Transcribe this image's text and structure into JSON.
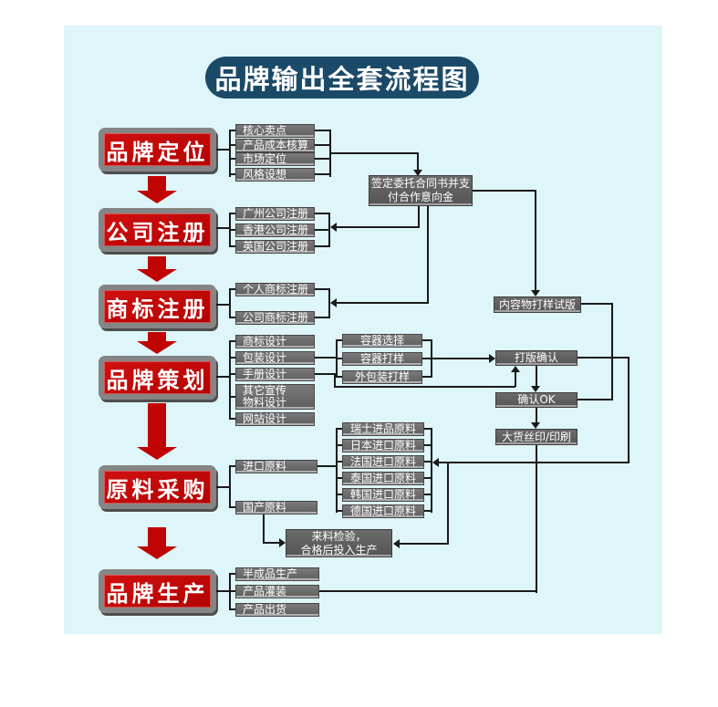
{
  "title": "品牌输出全套流程图",
  "colors": {
    "panel_bg": "#def5f9",
    "title_bg": "#1b4a68",
    "stage_red": "#c50808",
    "arrow_red": "#c00404",
    "box_gray": "#666666",
    "line_black": "#1a1a1a"
  },
  "stages": [
    {
      "label": "品牌定位",
      "items": [
        "核心卖点",
        "产品成本核算",
        "市场定位",
        "风格设想"
      ]
    },
    {
      "label": "公司注册",
      "items": [
        "广州公司注册",
        "香港公司注册",
        "英国公司注册"
      ]
    },
    {
      "label": "商标注册",
      "items": [
        "个人商标注册",
        "公司商标注册"
      ]
    },
    {
      "label": "品牌策划",
      "items": [
        "商标设计",
        "包装设计",
        "手册设计",
        "其它宣传物料设计",
        "网站设计"
      ]
    },
    {
      "label": "原料采购",
      "items": [
        "进口原料",
        "国产原料"
      ]
    },
    {
      "label": "品牌生产",
      "items": [
        "半成品生产",
        "产品灌装",
        "产品出货"
      ]
    }
  ],
  "nodes": {
    "contract": {
      "lines": [
        "签定委托合同书并支",
        "付合作意向金"
      ]
    },
    "content_sample": "内容物打样试版",
    "containers": [
      "容器选择",
      "容器打样",
      "外包装打样"
    ],
    "plate_confirm": "打版确认",
    "confirm_ok": "确认OK",
    "bulk_print": "大货丝印/印刷",
    "import_sources": [
      "瑞士进品原料",
      "日本进口原料",
      "法国进口原料",
      "泰国进口原料",
      "韩国进口原料",
      "德国进口原料"
    ],
    "inspection": {
      "lines": [
        "来料检验，",
        "合格后投入生产"
      ]
    }
  }
}
